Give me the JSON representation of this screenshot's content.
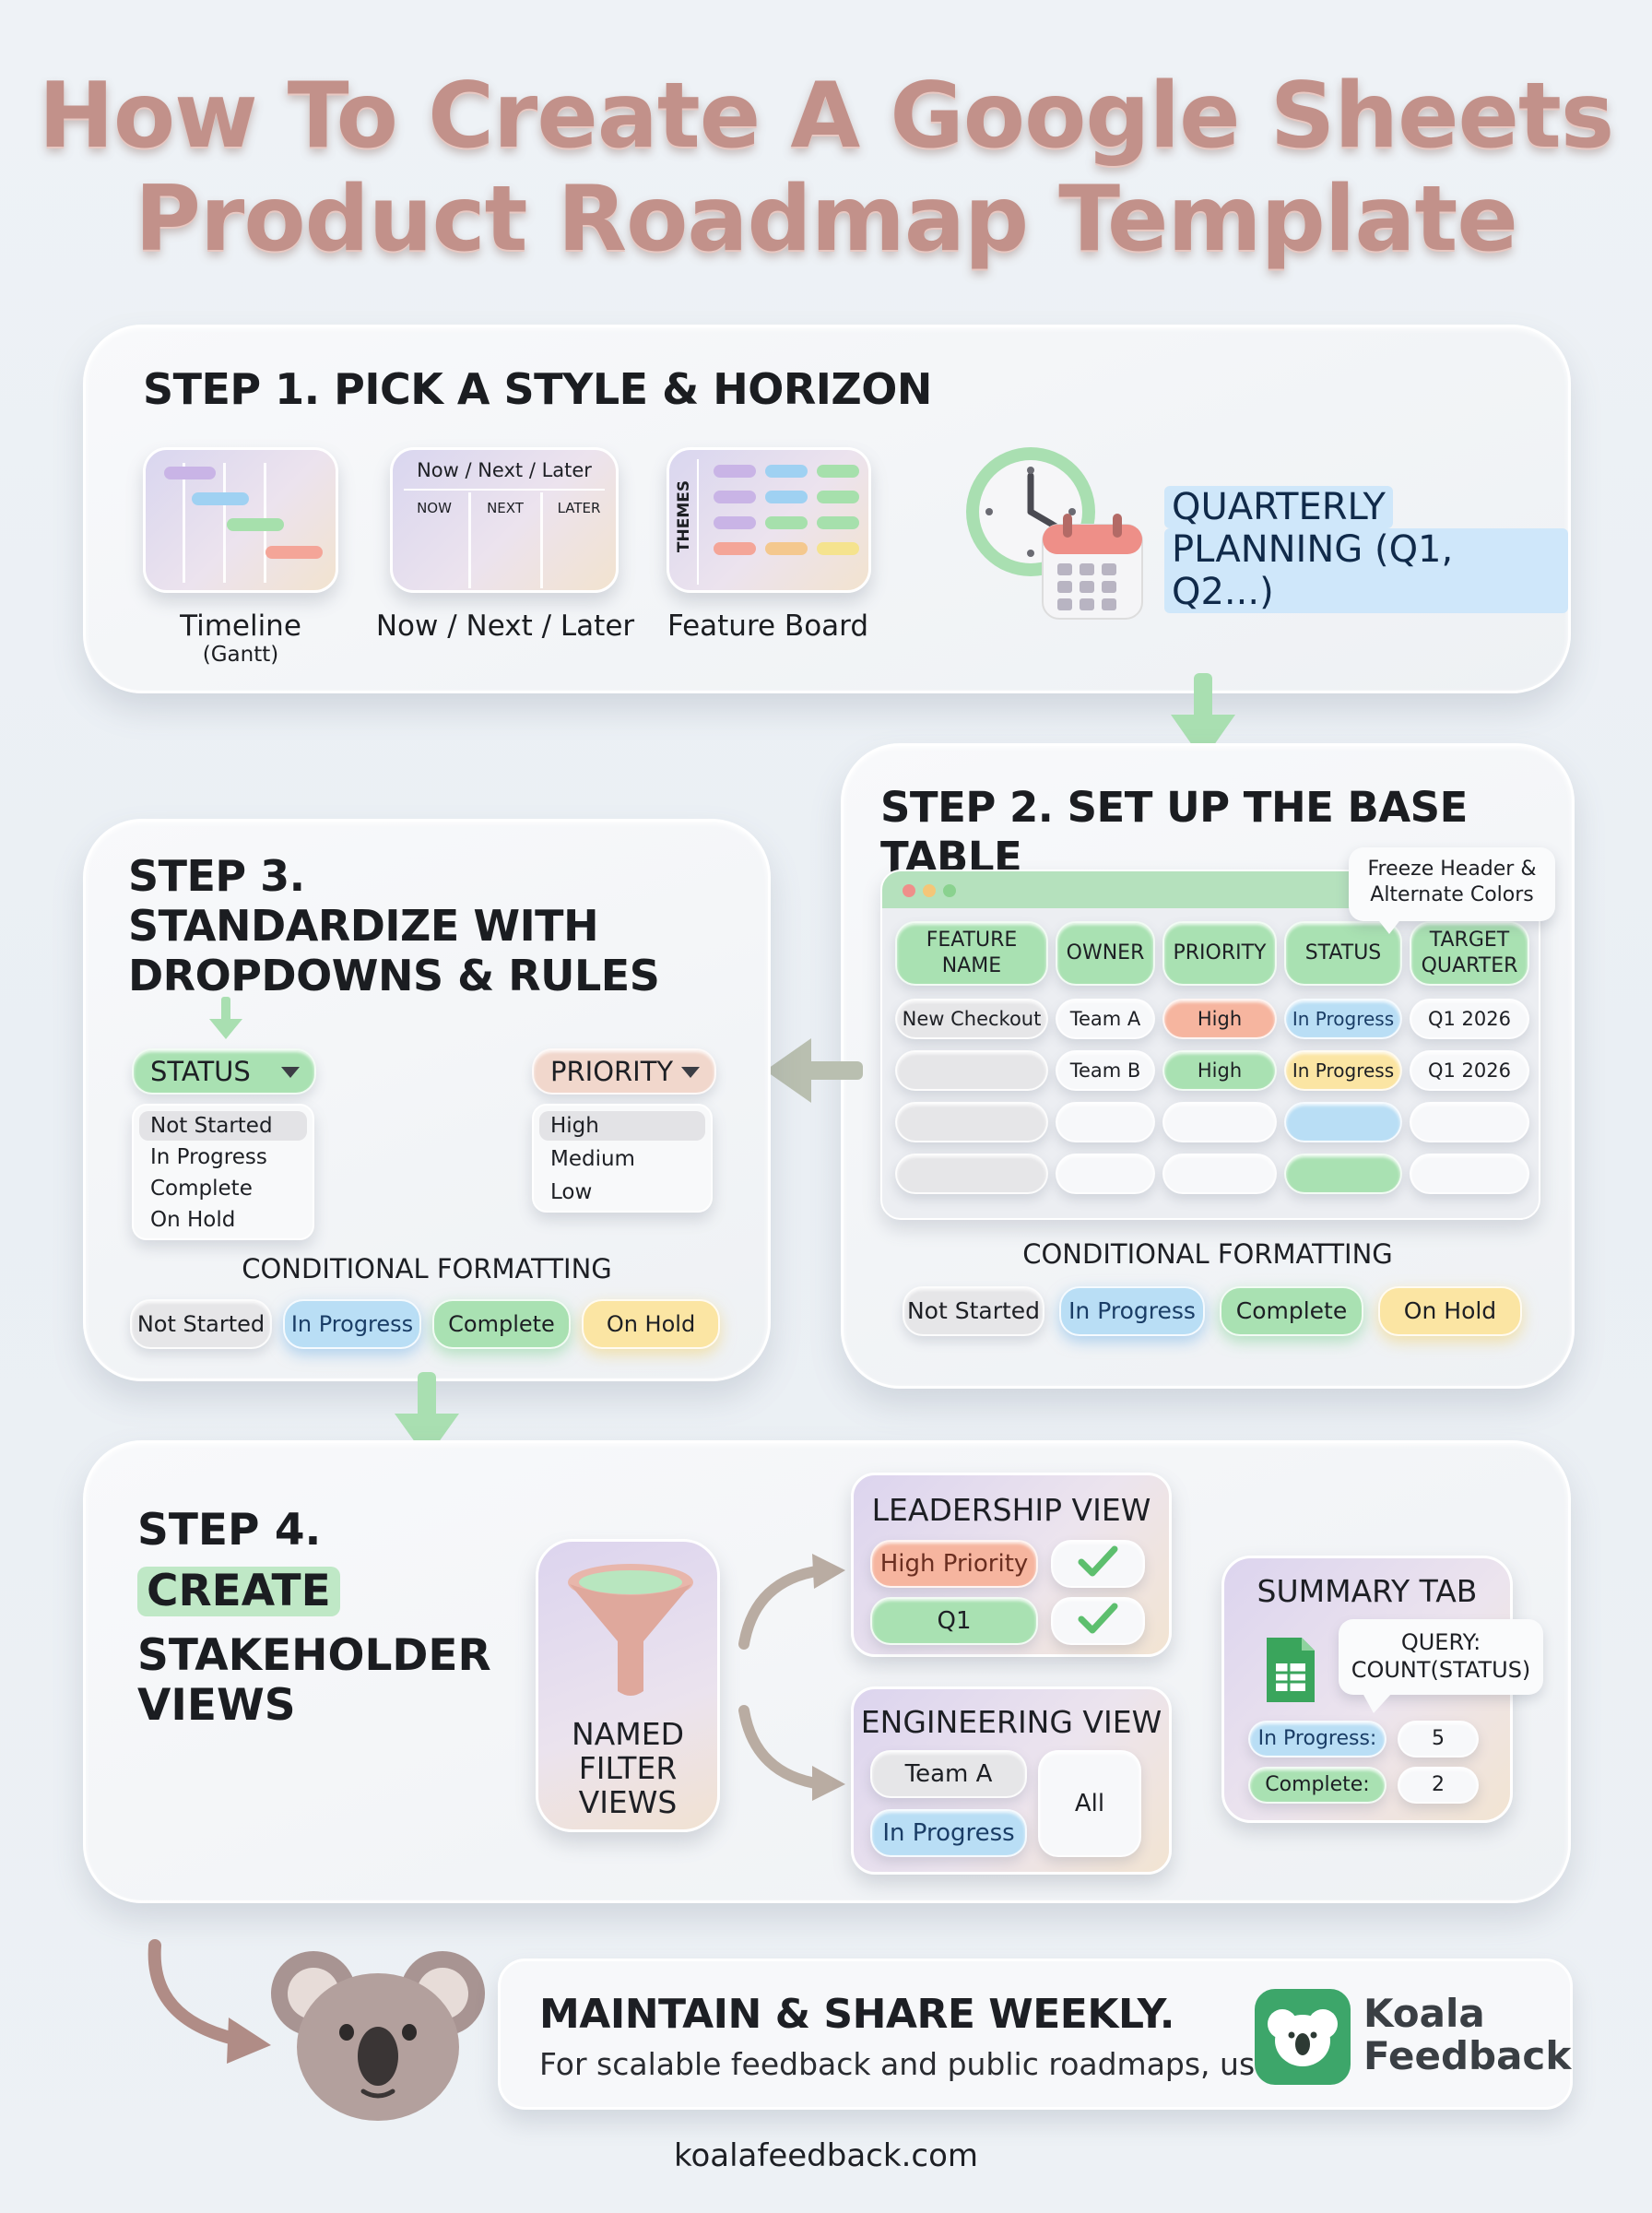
{
  "title": {
    "line1": "How To Create A Google Sheets",
    "line2": "Product Roadmap Template"
  },
  "step1": {
    "heading": "STEP 1. PICK A STYLE & HORIZON",
    "styles": [
      {
        "label": "Timeline",
        "sublabel": "(Gantt)"
      },
      {
        "label": "Now / Next / Later",
        "header": "Now / Next / Later",
        "columns": [
          "NOW",
          "NEXT",
          "LATER"
        ]
      },
      {
        "label": "Feature Board",
        "side_label": "THEMES"
      }
    ],
    "planning": {
      "line1": "QUARTERLY",
      "line2": "PLANNING (Q1, Q2...)"
    },
    "icons": [
      "clock-icon",
      "calendar-icon"
    ]
  },
  "step2": {
    "heading": "STEP 2. SET UP THE BASE TABLE",
    "callout": {
      "line1": "Freeze Header &",
      "line2": "Alternate Colors"
    },
    "headers": [
      {
        "line1": "FEATURE",
        "line2": "NAME"
      },
      {
        "line1": "OWNER",
        "line2": ""
      },
      {
        "line1": "PRIORITY",
        "line2": ""
      },
      {
        "line1": "STATUS",
        "line2": ""
      },
      {
        "line1": "TARGET",
        "line2": "QUARTER"
      }
    ],
    "rows": [
      [
        "New Checkout",
        "Team A",
        "High",
        "In Progress",
        "Q1 2026"
      ],
      [
        "",
        "Team B",
        "High",
        "In Progress",
        "Q1 2026"
      ],
      [
        "",
        "",
        "",
        "",
        ""
      ],
      [
        "",
        "",
        "",
        "",
        ""
      ]
    ],
    "cf_heading": "CONDITIONAL FORMATTING",
    "cf_pills": [
      "Not Started",
      "In Progress",
      "Complete",
      "On Hold"
    ]
  },
  "step3": {
    "heading": {
      "line1": "STEP 3.",
      "line2": "STANDARDIZE WITH",
      "line3": "DROPDOWNS & RULES"
    },
    "status_dropdown": {
      "label": "STATUS",
      "options": [
        "Not Started",
        "In Progress",
        "Complete",
        "On Hold"
      ]
    },
    "priority_dropdown": {
      "label": "PRIORITY",
      "options": [
        "High",
        "Medium",
        "Low"
      ]
    },
    "cf_heading": "CONDITIONAL FORMATTING",
    "cf_pills": [
      "Not Started",
      "In Progress",
      "Complete",
      "On Hold"
    ]
  },
  "step4": {
    "heading": {
      "line1": "STEP 4.",
      "highlight": "CREATE",
      "line3": "STAKEHOLDER",
      "line4": "VIEWS"
    },
    "filter": {
      "line1": "NAMED",
      "line2": "FILTER",
      "line3": "VIEWS"
    },
    "leadership": {
      "title": "LEADERSHIP VIEW",
      "items": [
        "High Priority",
        "Q1"
      ]
    },
    "engineering": {
      "title": "ENGINEERING VIEW",
      "items": [
        "Team A",
        "In Progress"
      ],
      "side": "All"
    },
    "summary": {
      "title": "SUMMARY TAB",
      "query": {
        "line1": "QUERY:",
        "line2": "COUNT(STATUS)"
      },
      "rows": [
        {
          "label": "In Progress:",
          "value": "5"
        },
        {
          "label": "Complete:",
          "value": "2"
        }
      ]
    }
  },
  "footer": {
    "heading": "MAINTAIN & SHARE WEEKLY.",
    "subtext": "For scalable feedback and public roadmaps, use:",
    "brand": {
      "line1": "Koala",
      "line2": "Feedback"
    },
    "url": "koalafeedback.com"
  }
}
